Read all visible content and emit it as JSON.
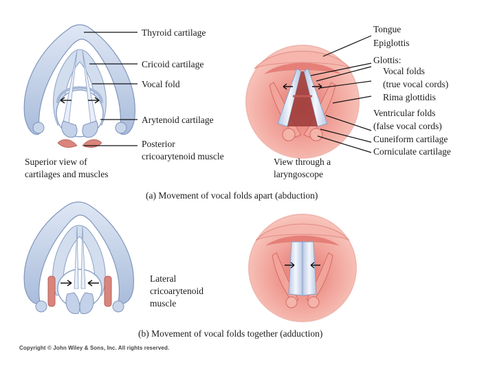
{
  "panel_a": {
    "labels": {
      "thyroid": "Thyroid cartilage",
      "cricoid": "Cricoid cartilage",
      "vocal_fold": "Vocal fold",
      "arytenoid": "Arytenoid cartilage",
      "posterior": "Posterior\ncricoarytenoid muscle",
      "superior_view": "Superior view of\ncartilages and muscles",
      "view_through": "View through a\nlaryngoscope",
      "tongue": "Tongue",
      "epiglottis": "Epiglottis",
      "glottis": "Glottis:",
      "vocal_folds": "Vocal folds",
      "true_cords": "(true vocal cords)",
      "rima": "Rima glottidis",
      "ventricular": "Ventricular folds",
      "false_cords": "(false vocal cords)",
      "cuneiform": "Cuneiform cartilage",
      "corniculate": "Corniculate cartilage"
    },
    "caption": "(a) Movement of vocal folds apart (abduction)"
  },
  "panel_b": {
    "labels": {
      "lateral": "Lateral\ncricoarytenoid\nmuscle"
    },
    "caption": "(b) Movement of vocal folds together (adduction)"
  },
  "copyright": "Copyright © John Wiley & Sons, Inc. All rights reserved.",
  "colors": {
    "cartilage": "#c9d6ea",
    "cartilage_edge": "#7f95bb",
    "muscle": "#d9857c",
    "mucosa": "#f2a49a",
    "mucosa_dark": "#d66c66",
    "fold": "#e6ecf6"
  }
}
